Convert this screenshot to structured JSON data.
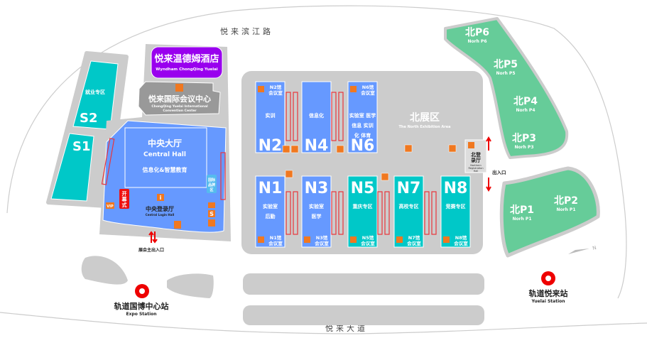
{
  "roads": {
    "north": "悦来滨江路",
    "south": "悦来大道"
  },
  "colors": {
    "hall_blue": "#6699ff",
    "hall_teal": "#00c8c8",
    "parking_green": "#66cc99",
    "hotel_purple": "#9900ee",
    "area_gray": "#cccccc",
    "icon_orange": "#f07820",
    "corridor_red": "#e8353b"
  },
  "hotel": {
    "name_cn": "悦来温德姆酒店",
    "name_en": "Wyndham ChongQing Yuelai"
  },
  "convention": {
    "name_cn": "悦来国际会议中心",
    "name_en_1": "ChongQing Yuelai International",
    "name_en_2": "Convention Center"
  },
  "central_hall": {
    "name_cn": "中央大厅",
    "name_en": "Central Hall",
    "theme": "信息化&智慧教育",
    "intl_zone": [
      "国际",
      "品牌",
      "区"
    ],
    "login_cn": "中央登录厅",
    "login_en": "Central Login Hall",
    "opening": [
      "开",
      "幕",
      "式"
    ],
    "vip": "VIP",
    "info_icon": "i",
    "s_icon": "S",
    "entrance": "展会主出入口"
  },
  "south_zone": {
    "s2": "S2",
    "s2_label": "就业专区",
    "s1": "S1"
  },
  "north_area": {
    "name_cn": "北展区",
    "name_en": "The North Exhibition Area"
  },
  "halls": [
    {
      "id": "N2",
      "lines": [
        "实训"
      ],
      "room": [
        "N2馆",
        "会议室"
      ]
    },
    {
      "id": "N4",
      "lines": [
        "信息化"
      ],
      "room": []
    },
    {
      "id": "N6",
      "lines": [
        "实验室 医学",
        "信息  实训",
        "化    体育"
      ],
      "room": [
        "N6馆",
        "会议室"
      ]
    },
    {
      "id": "N1",
      "lines": [
        "实验室",
        "后勤"
      ],
      "room": [
        "N1馆",
        "会议室"
      ]
    },
    {
      "id": "N3",
      "lines": [
        "实验室",
        "医学"
      ],
      "room": [
        "N3馆",
        "会议室"
      ]
    },
    {
      "id": "N5",
      "lines": [
        "重庆专区"
      ],
      "room": [
        "N5馆",
        "会议室"
      ]
    },
    {
      "id": "N7",
      "lines": [
        "高校专区"
      ],
      "room": [
        "N7馆",
        "会议室"
      ]
    },
    {
      "id": "N8",
      "lines": [
        "竞赛专区"
      ],
      "room": [
        "N8馆",
        "会议室"
      ]
    }
  ],
  "north_registration": {
    "cn_1": "北登",
    "cn_2": "录厅",
    "en_1": "Northern",
    "en_2": "Registration",
    "en_3": "Hall",
    "exit": "出入口"
  },
  "parking": [
    {
      "cn": "北P6",
      "en": "Norh P6"
    },
    {
      "cn": "北P5",
      "en": "Norh P5"
    },
    {
      "cn": "北P4",
      "en": "Norh P4"
    },
    {
      "cn": "北P3",
      "en": "Norh P3"
    },
    {
      "cn": "北P2",
      "en": "Norh P1"
    },
    {
      "cn": "北P1",
      "en": "Norh P1"
    }
  ],
  "stations": [
    {
      "cn": "轨道国博中心站",
      "en": "Expo Station"
    },
    {
      "cn": "轨道悦来站",
      "en": "Yuelai Station"
    }
  ],
  "compass": "N"
}
